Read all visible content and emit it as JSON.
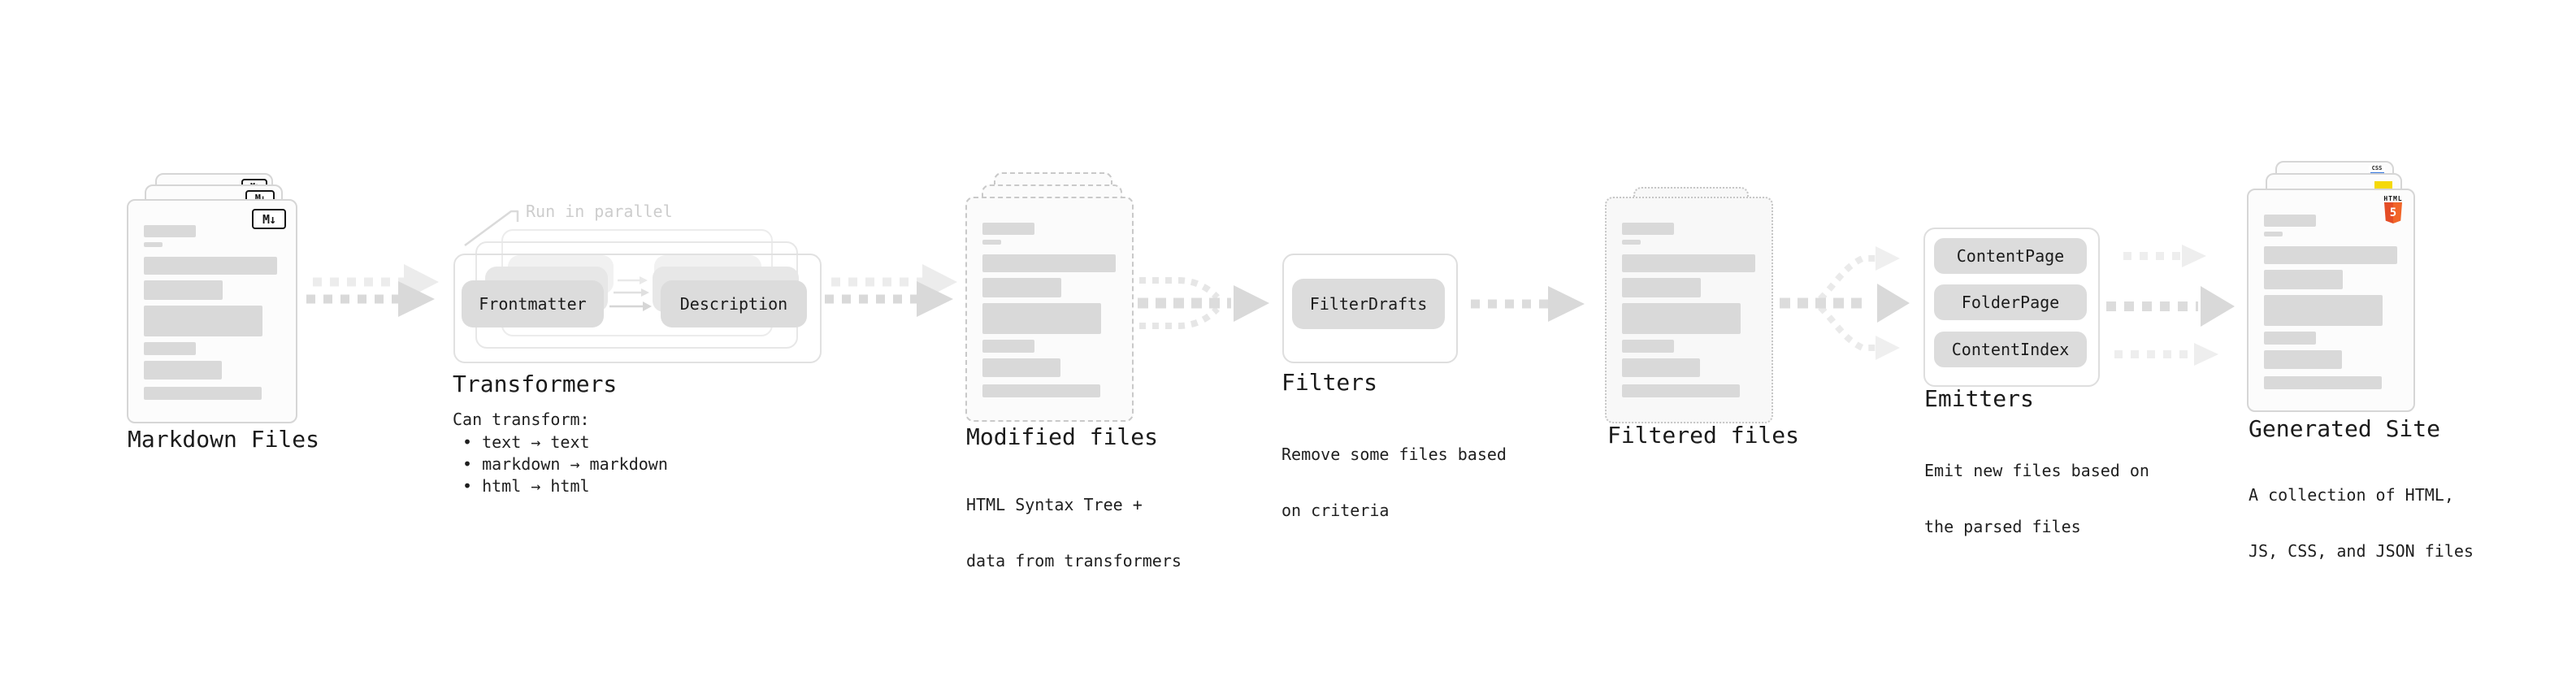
{
  "stages": {
    "markdown_files": {
      "label": "Markdown Files"
    },
    "transformers": {
      "label": "Transformers",
      "note": "Run in parallel",
      "steps": [
        "Frontmatter",
        "Description"
      ],
      "desc_title": "Can transform:",
      "bullets": [
        "• text → text",
        "• markdown → markdown",
        "• html → html"
      ]
    },
    "modified_files": {
      "label": "Modified files",
      "desc": [
        "HTML Syntax Tree +",
        "data from transformers"
      ]
    },
    "filters": {
      "label": "Filters",
      "steps": [
        "FilterDrafts"
      ],
      "desc": [
        "Remove some files based",
        "on criteria"
      ]
    },
    "filtered_files": {
      "label": "Filtered files"
    },
    "emitters": {
      "label": "Emitters",
      "steps": [
        "ContentPage",
        "FolderPage",
        "ContentIndex"
      ],
      "desc": [
        "Emit new files based on",
        "the parsed files"
      ]
    },
    "generated_site": {
      "label": "Generated Site",
      "desc": [
        "A collection of HTML,",
        "JS, CSS, and JSON files"
      ]
    }
  },
  "icons": {
    "markdown_badge": "M↓",
    "html5_label": "HTML",
    "html5_numeral": "5",
    "css_badge": "CSS"
  },
  "colors": {
    "skeleton_bar": "#d9d9d9",
    "pill_gray": "#dcdcdc",
    "arrow_dark": "#d9d9d9",
    "arrow_light": "#ececec",
    "html5_orange": "#e44d26",
    "js_yellow": "#f5d908",
    "css_blue": "#3073dc"
  }
}
